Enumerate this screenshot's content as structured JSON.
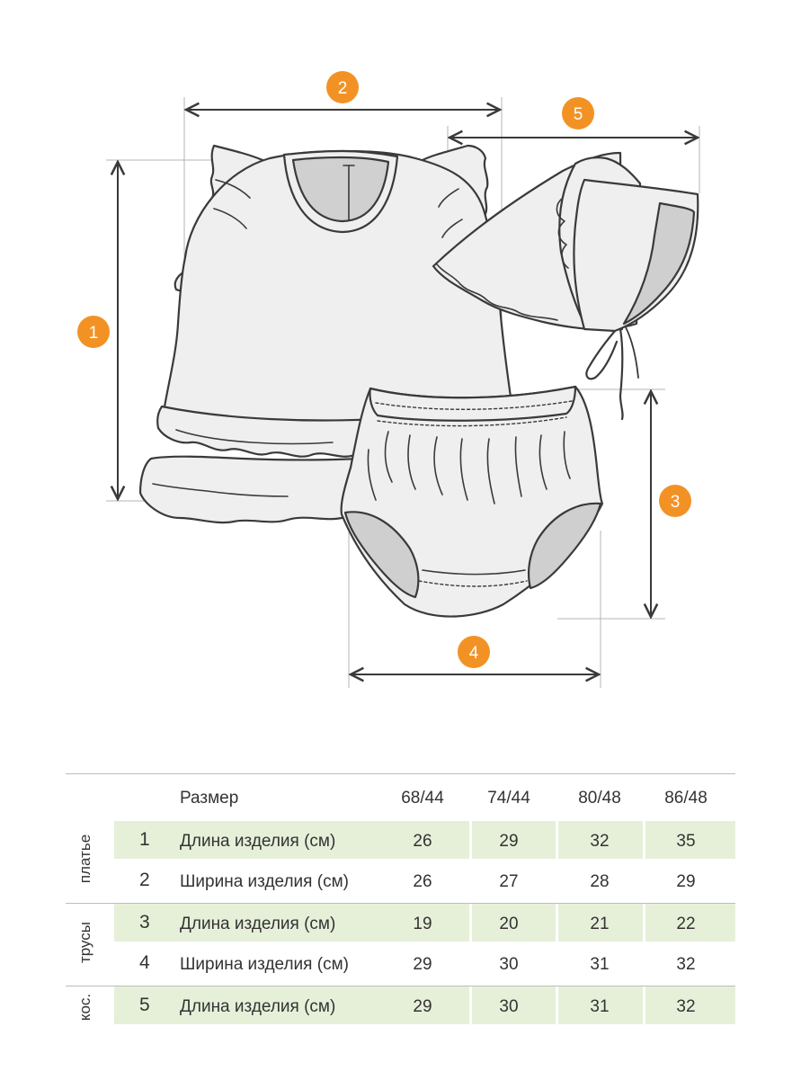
{
  "measurement_markers": [
    "1",
    "2",
    "3",
    "4",
    "5"
  ],
  "colors": {
    "accent_orange": "#f39224",
    "band_green": "#e6f0d9",
    "line_dark": "#3a3a3a",
    "garment_fill": "#efefef"
  },
  "table": {
    "header": {
      "label": "Размер",
      "sizes": [
        "68/44",
        "74/44",
        "80/48",
        "86/48"
      ]
    },
    "groups": [
      {
        "name": "платье",
        "rows": [
          {
            "num": "1",
            "label": "Длина изделия (см)",
            "values": [
              "26",
              "29",
              "32",
              "35"
            ]
          },
          {
            "num": "2",
            "label": "Ширина изделия (см)",
            "values": [
              "26",
              "27",
              "28",
              "29"
            ]
          }
        ]
      },
      {
        "name": "трусы",
        "rows": [
          {
            "num": "3",
            "label": "Длина изделия (см)",
            "values": [
              "19",
              "20",
              "21",
              "22"
            ]
          },
          {
            "num": "4",
            "label": "Ширина изделия (см)",
            "values": [
              "29",
              "30",
              "31",
              "32"
            ]
          }
        ]
      },
      {
        "name": "кос.",
        "rows": [
          {
            "num": "5",
            "label": "Длина изделия (см)",
            "values": [
              "29",
              "30",
              "31",
              "32"
            ]
          }
        ]
      }
    ]
  }
}
